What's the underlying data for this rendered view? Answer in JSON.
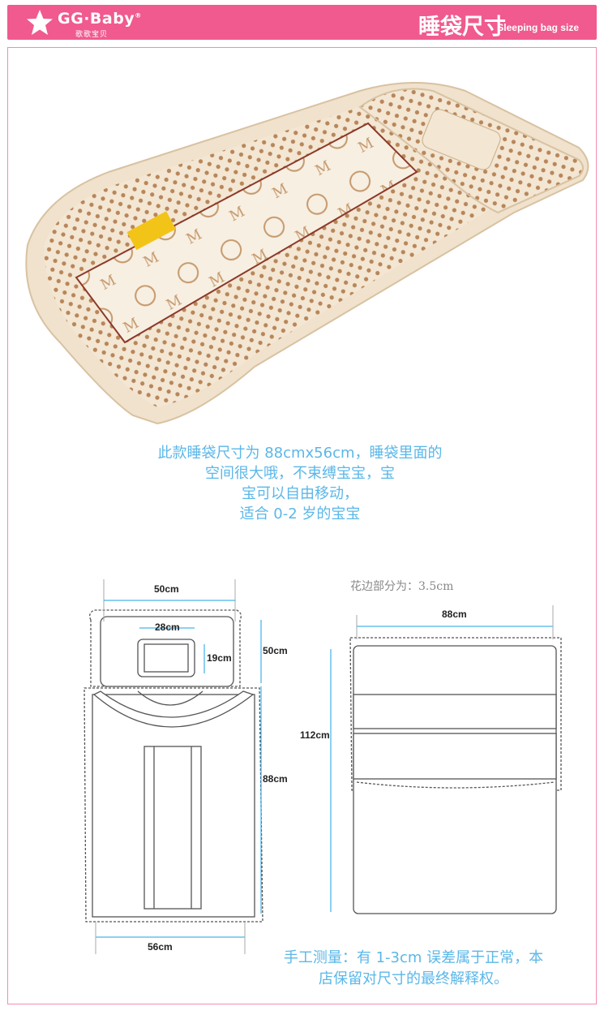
{
  "header": {
    "brand": "GG·Baby",
    "brand_mark": "®",
    "brand_sub": "歌歌宝贝",
    "title": "睡袋尺寸",
    "subtitle_en": "Sleeping bag size",
    "star_icon": "star-icon",
    "accent_color": "#f05a8e"
  },
  "description": {
    "lines": [
      "此款睡袋尺寸为 88cmx56cm，睡袋里面的",
      "空间很大哦，不束缚宝宝，宝",
      "宝可以自由移动，",
      "适合 0-2 岁的宝宝"
    ],
    "color": "#5bb7e8"
  },
  "dimensions": {
    "lace_note": "花边部分为：3.5cm",
    "left": {
      "pillow_width": "50cm",
      "pillow_inner_width": "28cm",
      "pillow_inner_height": "19cm",
      "pillow_height": "50cm",
      "bag_height": "88cm",
      "bag_width": "56cm"
    },
    "right": {
      "width": "88cm",
      "height": "112cm"
    }
  },
  "disclaimer": {
    "lines": [
      "手工测量：有 1-3cm 误差属于正常，本",
      "店保留对尺寸的最终解释权。"
    ]
  }
}
